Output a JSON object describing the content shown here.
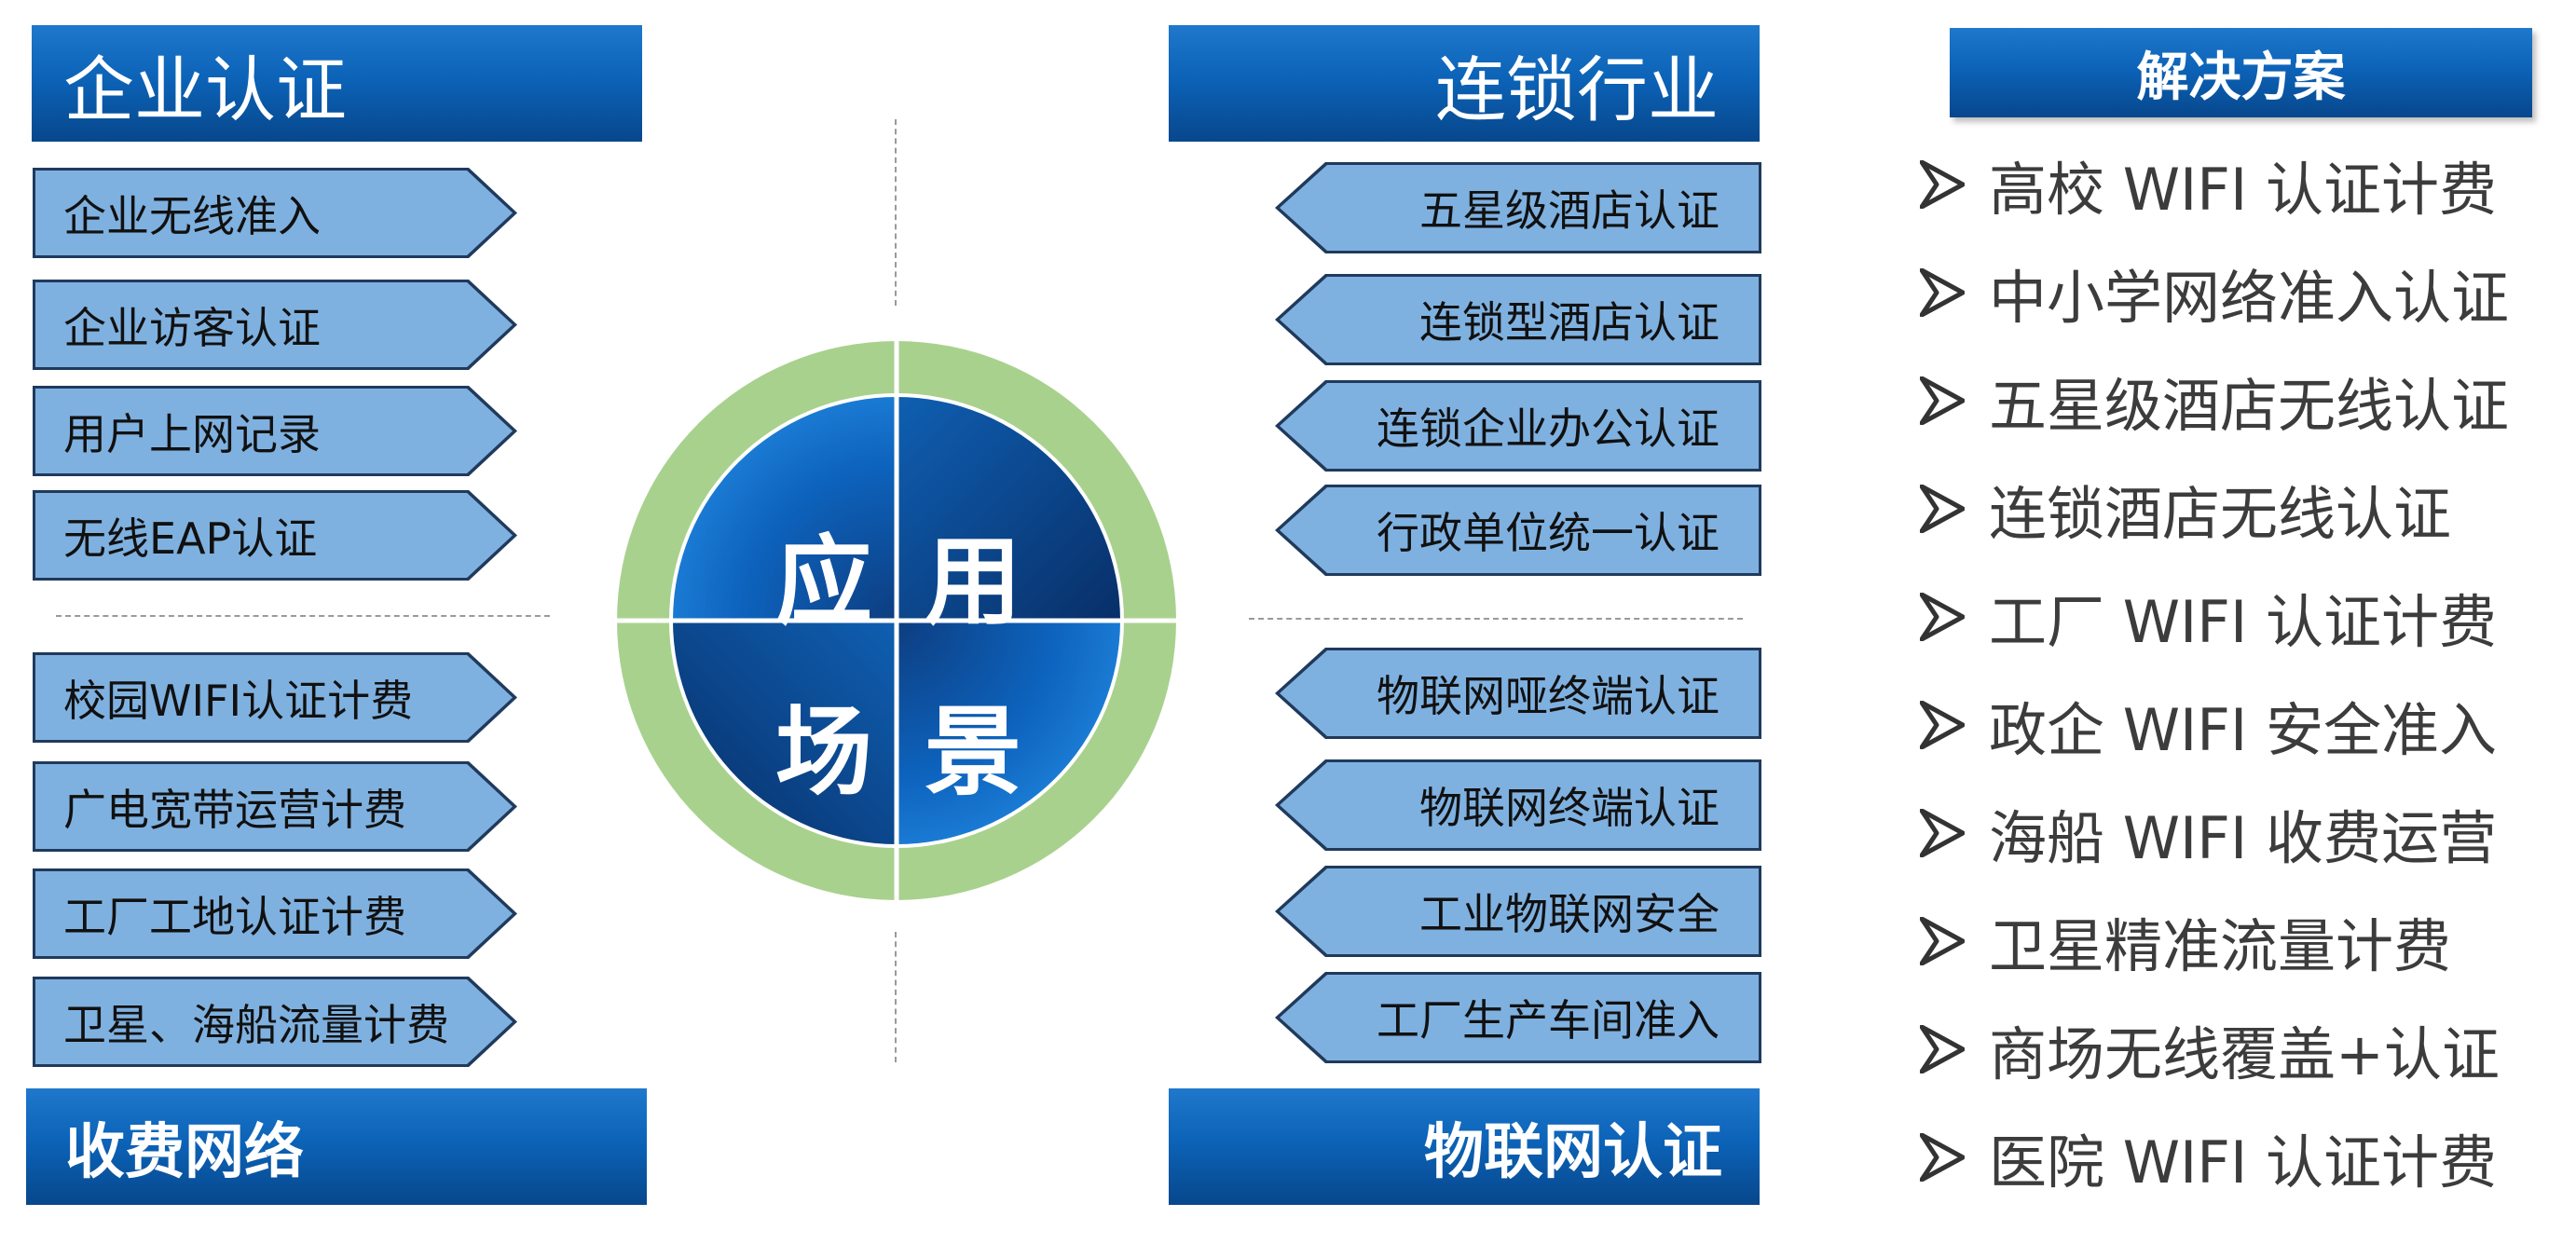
{
  "colors": {
    "header_blue": "#0c63b8",
    "arrow_fill": "#7fb1e0",
    "ring_green": "#a9d18e",
    "wheel_blue": "#0a63c4",
    "text_gray": "#3c3c3c"
  },
  "left": {
    "top_title": "企业认证",
    "top_items": [
      "企业无线准入",
      "企业访客认证",
      "用户上网记录",
      "无线EAP认证"
    ],
    "bottom_title": "收费网络",
    "bottom_items": [
      "校园WIFI认证计费",
      "广电宽带运营计费",
      "工厂工地认证计费",
      "卫星、海船流量计费"
    ]
  },
  "center": {
    "chars": [
      "应",
      "用",
      "场",
      "景"
    ]
  },
  "right": {
    "top_title": "连锁行业",
    "top_items": [
      "五星级酒店认证",
      "连锁型酒店认证",
      "连锁企业办公认证",
      "行政单位统一认证"
    ],
    "bottom_title": "物联网认证",
    "bottom_items": [
      "物联网哑终端认证",
      "物联网终端认证",
      "工业物联网安全",
      "工厂生产车间准入"
    ]
  },
  "solutions": {
    "title": "解决方案",
    "bullet_icon": "arrowhead-bullet-icon",
    "items": [
      "高校 WIFI 认证计费",
      "中小学网络准入认证",
      "五星级酒店无线认证",
      "连锁酒店无线认证",
      "工厂 WIFI 认证计费",
      "政企 WIFI 安全准入",
      "海船 WIFI 收费运营",
      "卫星精准流量计费",
      "商场无线覆盖+认证",
      "医院 WIFI 认证计费"
    ]
  }
}
